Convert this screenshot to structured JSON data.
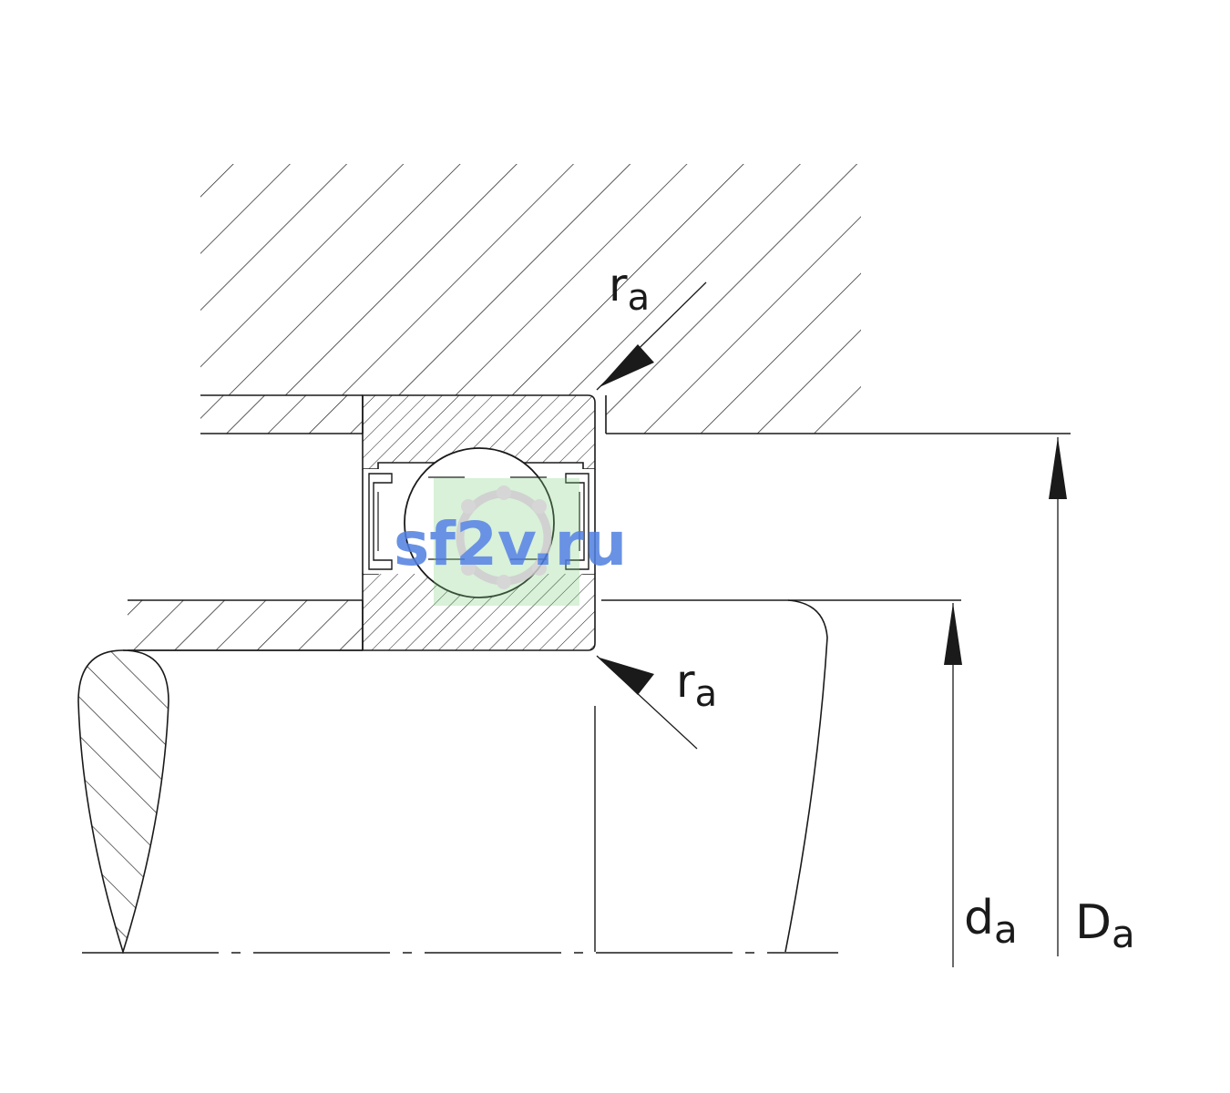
{
  "labels": {
    "ra_top": {
      "base": "r",
      "sub": "a"
    },
    "ra_bottom": {
      "base": "r",
      "sub": "a"
    },
    "da": {
      "base": "d",
      "sub": "a"
    },
    "Da": {
      "base": "D",
      "sub": "a"
    }
  },
  "watermark": {
    "text": "sf2v.ru"
  },
  "colors": {
    "line": "#1a1a1a",
    "watermark_text": "#4f7fe0",
    "watermark_green": "#7fd07f",
    "background": "#ffffff"
  },
  "icons": {
    "watermark_logo": "bearing-logo-icon"
  }
}
